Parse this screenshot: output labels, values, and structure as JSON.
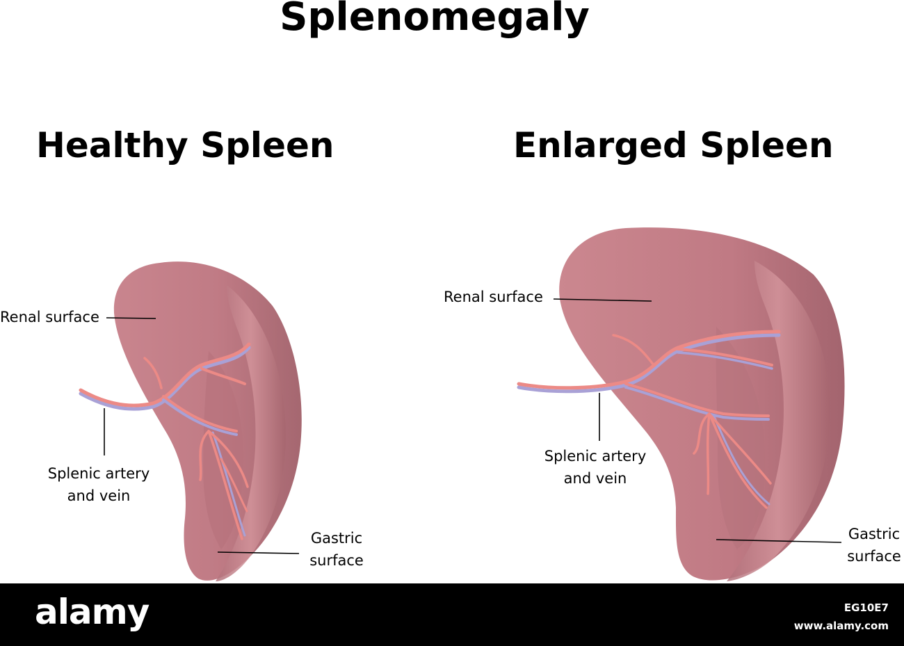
{
  "title": "Splenomegaly",
  "panels": [
    {
      "heading": "Healthy Spleen",
      "labels": {
        "renal": "Renal surface",
        "artery_line1": "Splenic artery",
        "artery_line2": "and vein",
        "gastric_line1": "Gastric",
        "gastric_line2": "surface"
      }
    },
    {
      "heading": "Enlarged Spleen",
      "labels": {
        "renal": "Renal surface",
        "artery_line1": "Splenic artery",
        "artery_line2": "and vein",
        "gastric_line1": "Gastric",
        "gastric_line2": "surface"
      }
    }
  ],
  "colors": {
    "organ": "#c37e87",
    "organ_shadow": "#a56770",
    "artery": "#ec8a86",
    "vein": "#a9a1d6",
    "footer": "#000000"
  },
  "watermark": {
    "brand": "alamy",
    "image_id": "EG10E7",
    "url": "www.alamy.com"
  }
}
